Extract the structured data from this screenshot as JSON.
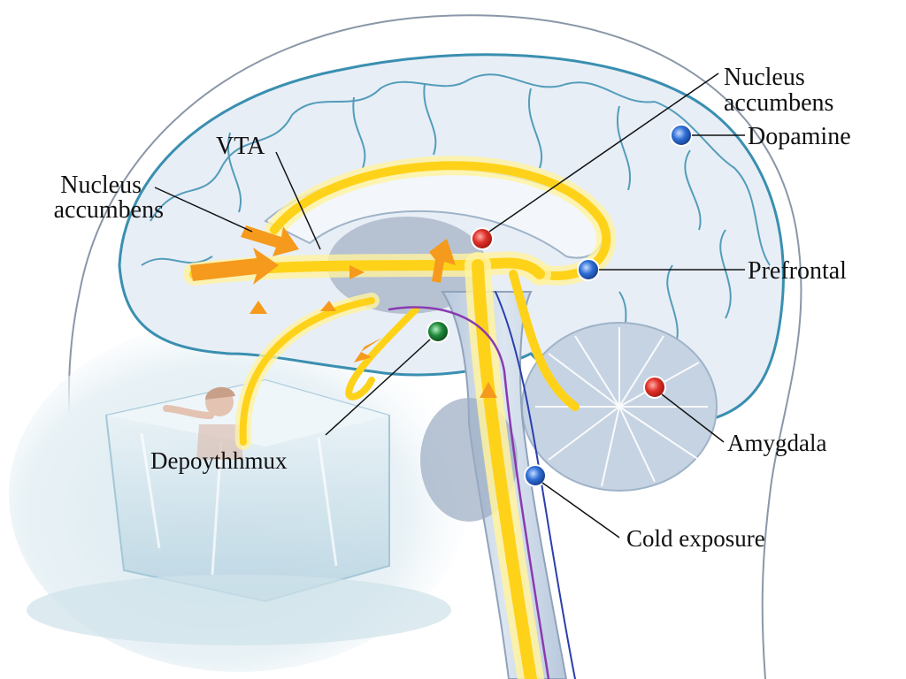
{
  "labels": {
    "nucleus_left_line1": "Nucleus",
    "nucleus_left_line2": "accumbens",
    "vta": "VTA",
    "nucleus_right_line1": "Nucleus",
    "nucleus_right_line2": "accumbens",
    "dopamine": "Dopamine",
    "prefrontal": "Prefrontal",
    "amygdala": "Amygdala",
    "cold_exposure": "Cold exposure",
    "depoythhmux": "Depoythhmux"
  },
  "colors": {
    "pathway_yellow": "#ffd21a",
    "pathway_glow": "#fff3a0",
    "arrow_orange": "#f59a1c",
    "node_red": "#e0302a",
    "node_blue": "#2f6fd6",
    "node_green": "#1f8a3a",
    "vessel_blue": "#3a8fb0",
    "brain_fill": "#e8eef6",
    "ice_blue": "#cfe4ee"
  }
}
